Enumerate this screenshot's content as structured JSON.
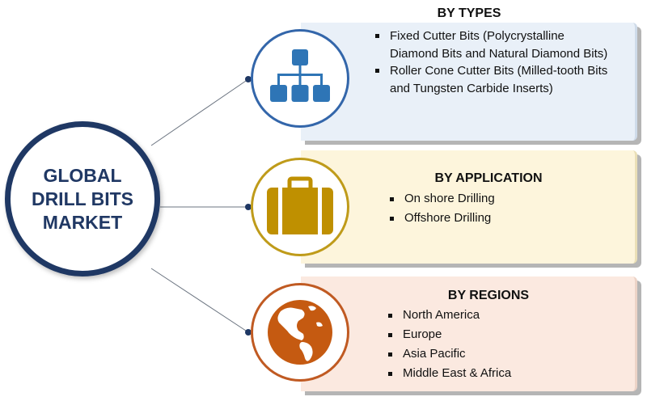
{
  "hub": {
    "title": "GLOBAL DRILL BITS MARKET"
  },
  "colors": {
    "hub_border": "#1f3864",
    "types_accent": "#2e75b6",
    "application_accent": "#bf9000",
    "regions_accent": "#c55a11"
  },
  "segments": [
    {
      "heading": "BY TYPES",
      "icon": "hierarchy-icon",
      "items": [
        "Fixed Cutter Bits (Polycrystalline Diamond Bits and Natural Diamond Bits)",
        "Roller Cone Cutter Bits (Milled-tooth Bits and Tungsten Carbide Inserts)"
      ]
    },
    {
      "heading": "BY APPLICATION",
      "icon": "briefcase-icon",
      "items": [
        "On shore Drilling",
        "Offshore Drilling"
      ]
    },
    {
      "heading": "BY REGIONS",
      "icon": "globe-icon",
      "items": [
        "North America",
        "Europe",
        "Asia Pacific",
        "Middle East & Africa"
      ]
    }
  ]
}
